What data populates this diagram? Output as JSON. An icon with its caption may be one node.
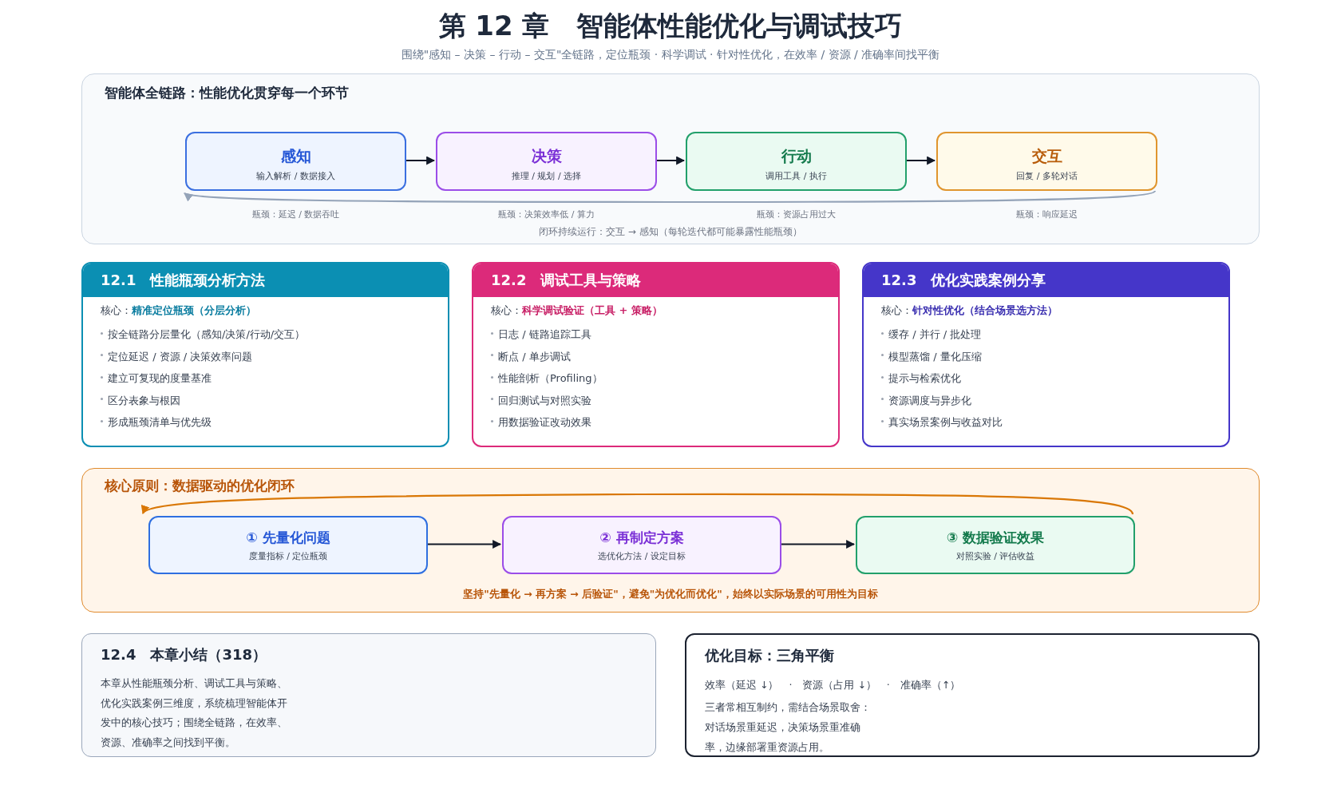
{
  "diagram": {
    "title": "第 12 章　智能体性能优化与调试技巧",
    "nodes": [
      {
        "text": [
          "智能体全链路：性能优化贯穿每一个环节"
        ]
      },
      {
        "text": [
          "感知",
          "输入解析 / 数据接入"
        ],
        "in": 0,
        "beside": [
          "瓶颈：延迟 / 数据吞吐"
        ]
      },
      {
        "text": [
          "决策",
          "推理 / 规划 / 选择"
        ],
        "in": 0,
        "beside": [
          "瓶颈：决策效率低 / 算力"
        ]
      },
      {
        "text": [
          "行动",
          "调用工具 / 执行"
        ],
        "in": 0,
        "beside": [
          "瓶颈：资源占用过大"
        ]
      },
      {
        "text": [
          "交互",
          "回复 / 多轮对话"
        ],
        "in": 0,
        "beside": [
          "瓶颈：响应延迟"
        ]
      },
      {
        "text": [
          "12.1　性能瓶颈分析方法",
          "核心：**精准定位瓶颈（分层分析）**",
          "按全链路分层量化（感知/决策/行动/交互）",
          "定位延迟 / 资源 / 决策效率问题",
          "建立可复现的度量基准",
          "区分表象与根因",
          "形成瓶颈清单与优先级"
        ]
      },
      {
        "text": [
          "12.2　调试工具与策略",
          "核心：**科学调试验证（工具 + 策略）**",
          "日志 / 链路追踪工具",
          "断点 / 单步调试",
          "性能剖析（Profiling）",
          "回归测试与对照实验",
          "用数据验证改动效果"
        ]
      },
      {
        "text": [
          "12.3　优化实践案例分享",
          "核心：**针对性优化（结合场景选方法）**",
          "缓存 / 并行 / 批处理",
          "模型蒸馏 / 量化压缩",
          "提示与检索优化",
          "资源调度与异步化",
          "真实场景案例与收益对比"
        ]
      },
      {
        "text": [
          "核心原则：数据驱动的优化闭环",
          "坚持\"先量化 → 再方案 → 后验证\"，避免\"为优化而优化\"，始终以实际场景的可用性为目标"
        ]
      },
      {
        "text": [
          "① 先量化问题",
          "度量指标 / 定位瓶颈"
        ],
        "in": 8
      },
      {
        "text": [
          "② 再制定方案",
          "选优化方法 / 设定目标"
        ],
        "in": 8
      },
      {
        "text": [
          "③ 数据验证效果",
          "对照实验 / 评估收益"
        ],
        "in": 8
      },
      {
        "text": [
          "12.4　本章小结（318）",
          "本章从性能瓶颈分析、调试工具与策略、优化实践案例三维度，系统梳理智能体开发中的核心技巧；围绕全链路，在效率、资源、准确率之间找到平衡。"
        ]
      },
      {
        "text": [
          "优化目标：三角平衡",
          "效率（延迟 ↓）　·　资源（占用 ↓）　·　准确率（↑）",
          "三者常相互制约，需结合场景取舍：对话场景重延迟，决策场景重准确率，边缘部署重资源占用。"
        ]
      }
    ],
    "edges": [
      {
        "from": 1,
        "to": 2,
        "arrow": "to"
      },
      {
        "from": 2,
        "to": 3,
        "arrow": "to"
      },
      {
        "from": 3,
        "to": 4,
        "arrow": "to"
      },
      {
        "from": 4,
        "to": 1,
        "arrow": "to",
        "label": "闭环持续运行：交互 → 感知（每轮迭代都可能暴露性能瓶颈）",
        "color": "#94a3b8"
      },
      {
        "from": 9,
        "to": 10,
        "arrow": "to"
      },
      {
        "from": 10,
        "to": 11,
        "arrow": "to"
      },
      {
        "from": 11,
        "to": 9,
        "arrow": "to",
        "color": "#d97706"
      }
    ],
    "labels": [
      "围绕\"感知 – 决策 – 行动 – 交互\"全链路，定位瓶颈 · 科学调试 · 针对性优化，在效率 / 资源 / 准确率间找平衡"
    ]
  }
}
